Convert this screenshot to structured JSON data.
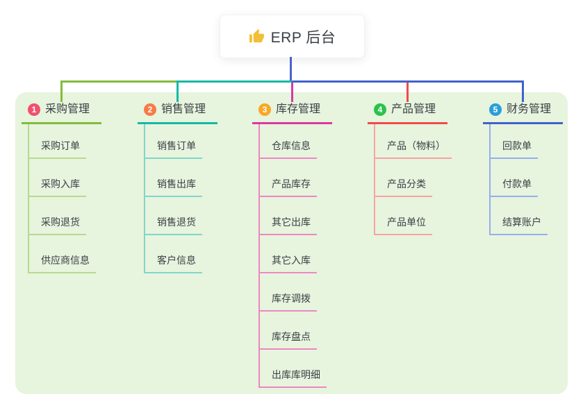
{
  "root": {
    "title": "ERP 后台",
    "icon": "thumbs-up-icon",
    "icon_color": "#f2c037"
  },
  "canvas": {
    "page_background": "#ffffff",
    "panel_background": "#e7f4de",
    "text_color": "#3a3f45"
  },
  "connector": {
    "stub_color": "#4a63c8",
    "segment_colors": [
      "#82bd3a",
      "#13b9a5",
      "#4161cc"
    ]
  },
  "branches": [
    {
      "index": "1",
      "title": "采购管理",
      "badge_color": "#f0506e",
      "line_color": "#82bd3a",
      "child_line_color": "#b5db8d",
      "children": [
        "采购订单",
        "采购入库",
        "采购退货",
        "供应商信息"
      ]
    },
    {
      "index": "2",
      "title": "销售管理",
      "badge_color": "#f97a45",
      "line_color": "#13b9a5",
      "child_line_color": "#82d6c8",
      "children": [
        "销售订单",
        "销售出库",
        "销售退货",
        "客户信息"
      ]
    },
    {
      "index": "3",
      "title": "库存管理",
      "badge_color": "#f9a825",
      "line_color": "#d9399e",
      "child_line_color": "#ef86c2",
      "children": [
        "仓库信息",
        "产品库存",
        "其它出库",
        "其它入库",
        "库存调拨",
        "库存盘点",
        "出库库明细"
      ]
    },
    {
      "index": "4",
      "title": "产品管理",
      "badge_color": "#2bc24c",
      "line_color": "#f04b4b",
      "child_line_color": "#f8a2a2",
      "children": [
        "产品（物料）",
        "产品分类",
        "产品单位"
      ]
    },
    {
      "index": "5",
      "title": "财务管理",
      "badge_color": "#2a9fd8",
      "line_color": "#4161cc",
      "child_line_color": "#94aeec",
      "children": [
        "回款单",
        "付款单",
        "结算账户"
      ]
    }
  ]
}
